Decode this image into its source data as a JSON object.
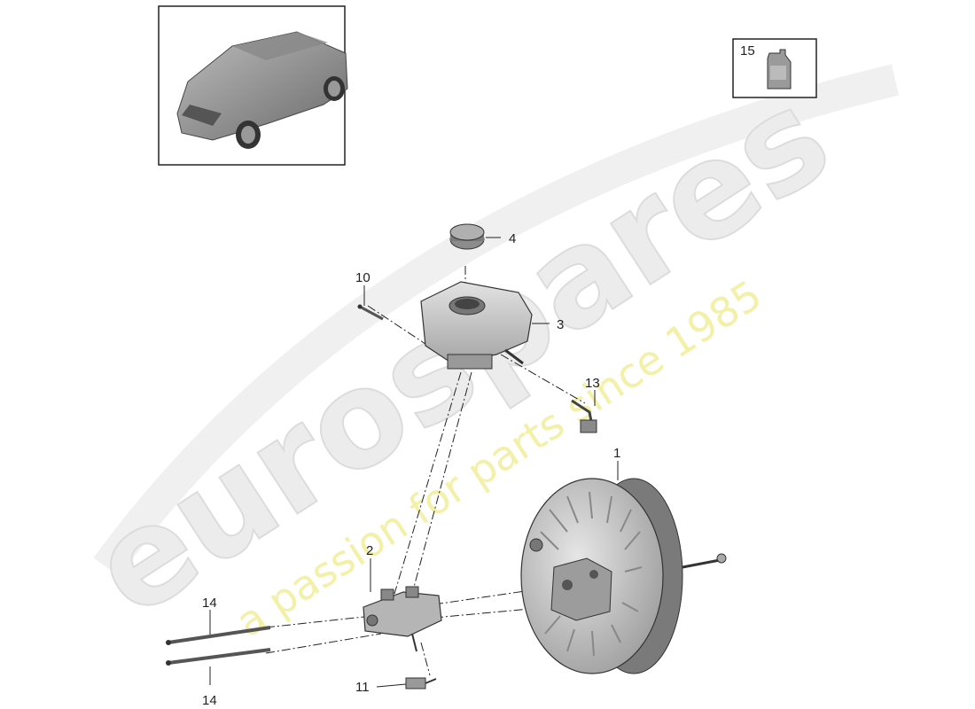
{
  "watermark": {
    "brand": "eurospares",
    "tagline": "a passion for parts since 1985"
  },
  "inset_reference": {
    "item_number": "15"
  },
  "callouts": [
    {
      "id": "c1",
      "label": "1"
    },
    {
      "id": "c2",
      "label": "2"
    },
    {
      "id": "c3",
      "label": "3"
    },
    {
      "id": "c4",
      "label": "4"
    },
    {
      "id": "c10",
      "label": "10"
    },
    {
      "id": "c11",
      "label": "11"
    },
    {
      "id": "c13",
      "label": "13"
    },
    {
      "id": "c14a",
      "label": "14"
    },
    {
      "id": "c14b",
      "label": "14"
    }
  ],
  "colors": {
    "line": "#222222",
    "part_fill": "#cfcfcf",
    "part_dark": "#8a8a8a",
    "watermark_gray": "#ececec",
    "watermark_yellow": "#f3f0a8"
  }
}
